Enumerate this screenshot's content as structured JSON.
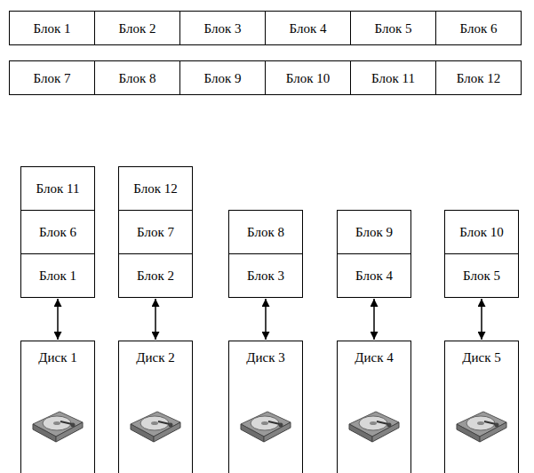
{
  "diagram": {
    "nodes": [
      {
        "text": [
          "Блок 1"
        ]
      },
      {
        "text": [
          "Блок 2"
        ]
      },
      {
        "text": [
          "Блок 3"
        ]
      },
      {
        "text": [
          "Блок 4"
        ]
      },
      {
        "text": [
          "Блок 5"
        ]
      },
      {
        "text": [
          "Блок 6"
        ]
      },
      {
        "text": [
          "Блок 7"
        ]
      },
      {
        "text": [
          "Блок 8"
        ]
      },
      {
        "text": [
          "Блок 9"
        ]
      },
      {
        "text": [
          "Блок 10"
        ]
      },
      {
        "text": [
          "Блок 11"
        ]
      },
      {
        "text": [
          "Блок 12"
        ]
      },
      {
        "text": [
          "Блок 11"
        ]
      },
      {
        "text": [
          "Блок 12"
        ]
      },
      {
        "text": [
          "Блок 6"
        ]
      },
      {
        "text": [
          "Блок 7"
        ]
      },
      {
        "text": [
          "Блок 8"
        ]
      },
      {
        "text": [
          "Блок 9"
        ]
      },
      {
        "text": [
          "Блок 10"
        ]
      },
      {
        "text": [
          "Блок 1"
        ]
      },
      {
        "text": [
          "Блок 2"
        ]
      },
      {
        "text": [
          "Блок 3"
        ]
      },
      {
        "text": [
          "Блок 4"
        ]
      },
      {
        "text": [
          "Блок 5"
        ]
      },
      {
        "text": [
          "Диск 1"
        ]
      },
      {
        "text": [
          "Диск 2"
        ]
      },
      {
        "text": [
          "Диск 3"
        ]
      },
      {
        "text": [
          "Диск 4"
        ]
      },
      {
        "text": [
          "Диск 5"
        ]
      }
    ],
    "edges": [
      {
        "from": 19,
        "to": 24,
        "arrow": "both"
      },
      {
        "from": 20,
        "to": 25,
        "arrow": "both"
      },
      {
        "from": 21,
        "to": 26,
        "arrow": "both"
      },
      {
        "from": 22,
        "to": 27,
        "arrow": "both"
      },
      {
        "from": 23,
        "to": 28,
        "arrow": "both"
      }
    ]
  }
}
